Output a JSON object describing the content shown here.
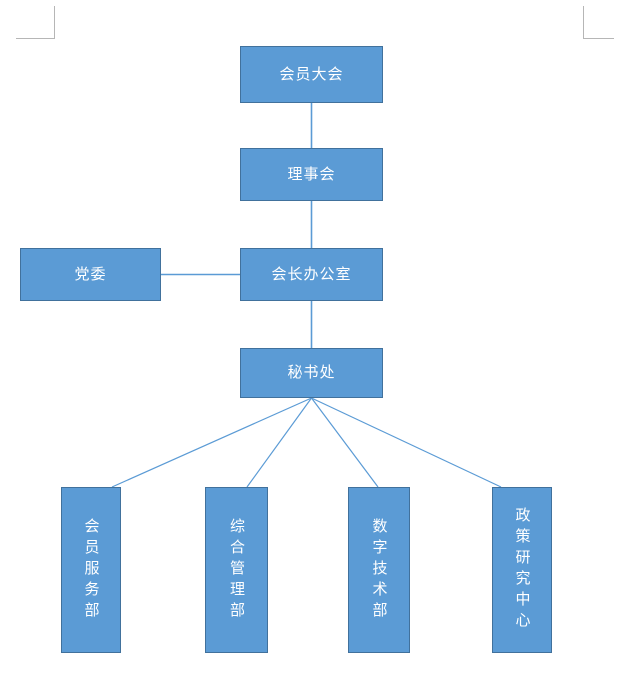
{
  "document": {
    "type": "organization-chart",
    "background_color": "#ffffff"
  },
  "theme": {
    "box_fill": "#5B9BD5",
    "box_border": "#41719C",
    "text_color": "#FFFFFF",
    "connector_color": "#5B9BD5",
    "margin_mark_color": "#B6B6B6"
  },
  "chart": {
    "nodes": {
      "assembly": {
        "label": "会员大会",
        "level": 1
      },
      "council": {
        "label": "理事会",
        "level": 2
      },
      "office": {
        "label": "会长办公室",
        "level": 3
      },
      "party": {
        "label": "党委",
        "level": 3
      },
      "secretariat": {
        "label": "秘书处",
        "level": 4
      }
    },
    "departments": [
      {
        "label": "会员服务部",
        "orientation": "vertical"
      },
      {
        "label": "综合管理部",
        "orientation": "vertical"
      },
      {
        "label": "数字技术部",
        "orientation": "vertical"
      },
      {
        "label": "政策研究中心",
        "orientation": "vertical"
      }
    ],
    "connections": [
      {
        "from": "assembly",
        "to": "council",
        "style": "vertical"
      },
      {
        "from": "council",
        "to": "office",
        "style": "vertical"
      },
      {
        "from": "party",
        "to": "office",
        "style": "horizontal"
      },
      {
        "from": "office",
        "to": "secretariat",
        "style": "vertical"
      },
      {
        "from": "secretariat",
        "to": "会员服务部",
        "style": "diagonal"
      },
      {
        "from": "secretariat",
        "to": "综合管理部",
        "style": "diagonal"
      },
      {
        "from": "secretariat",
        "to": "数字技术部",
        "style": "diagonal"
      },
      {
        "from": "secretariat",
        "to": "政策研究中心",
        "style": "diagonal"
      }
    ]
  }
}
